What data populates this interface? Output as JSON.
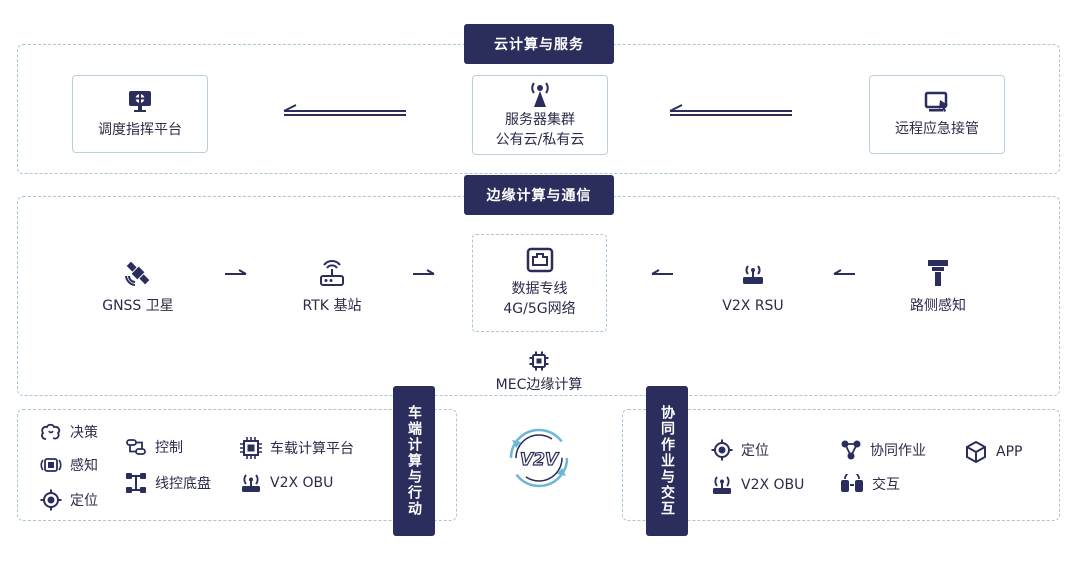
{
  "cloud": {
    "title": "云计算与服务",
    "dispatch": "调度指挥平台",
    "server_line1": "服务器集群",
    "server_line2": "公有云/私有云",
    "remote": "远程应急接管"
  },
  "edge": {
    "title": "边缘计算与通信",
    "gnss": "GNSS 卫星",
    "rtk": "RTK 基站",
    "link_line1": "数据专线",
    "link_line2": "4G/5G网络",
    "rsu": "V2X RSU",
    "roadside": "路侧感知",
    "mec": "MEC边缘计算"
  },
  "vehicle": {
    "title": "车端计算与行动",
    "decision": "决策",
    "perception": "感知",
    "positioning": "定位",
    "control": "控制",
    "chassis": "线控底盘",
    "onboard": "车载计算平台",
    "obu": "V2X OBU"
  },
  "v2v": {
    "logo_text": "V2V"
  },
  "collab": {
    "title": "协同作业与交互",
    "positioning": "定位",
    "obu": "V2X OBU",
    "coop": "协同作业",
    "interaction": "交互",
    "app": "APP"
  },
  "colors": {
    "navy": "#2b2d5c",
    "border": "#a9c7d8",
    "accent": "#6ab7d6"
  }
}
